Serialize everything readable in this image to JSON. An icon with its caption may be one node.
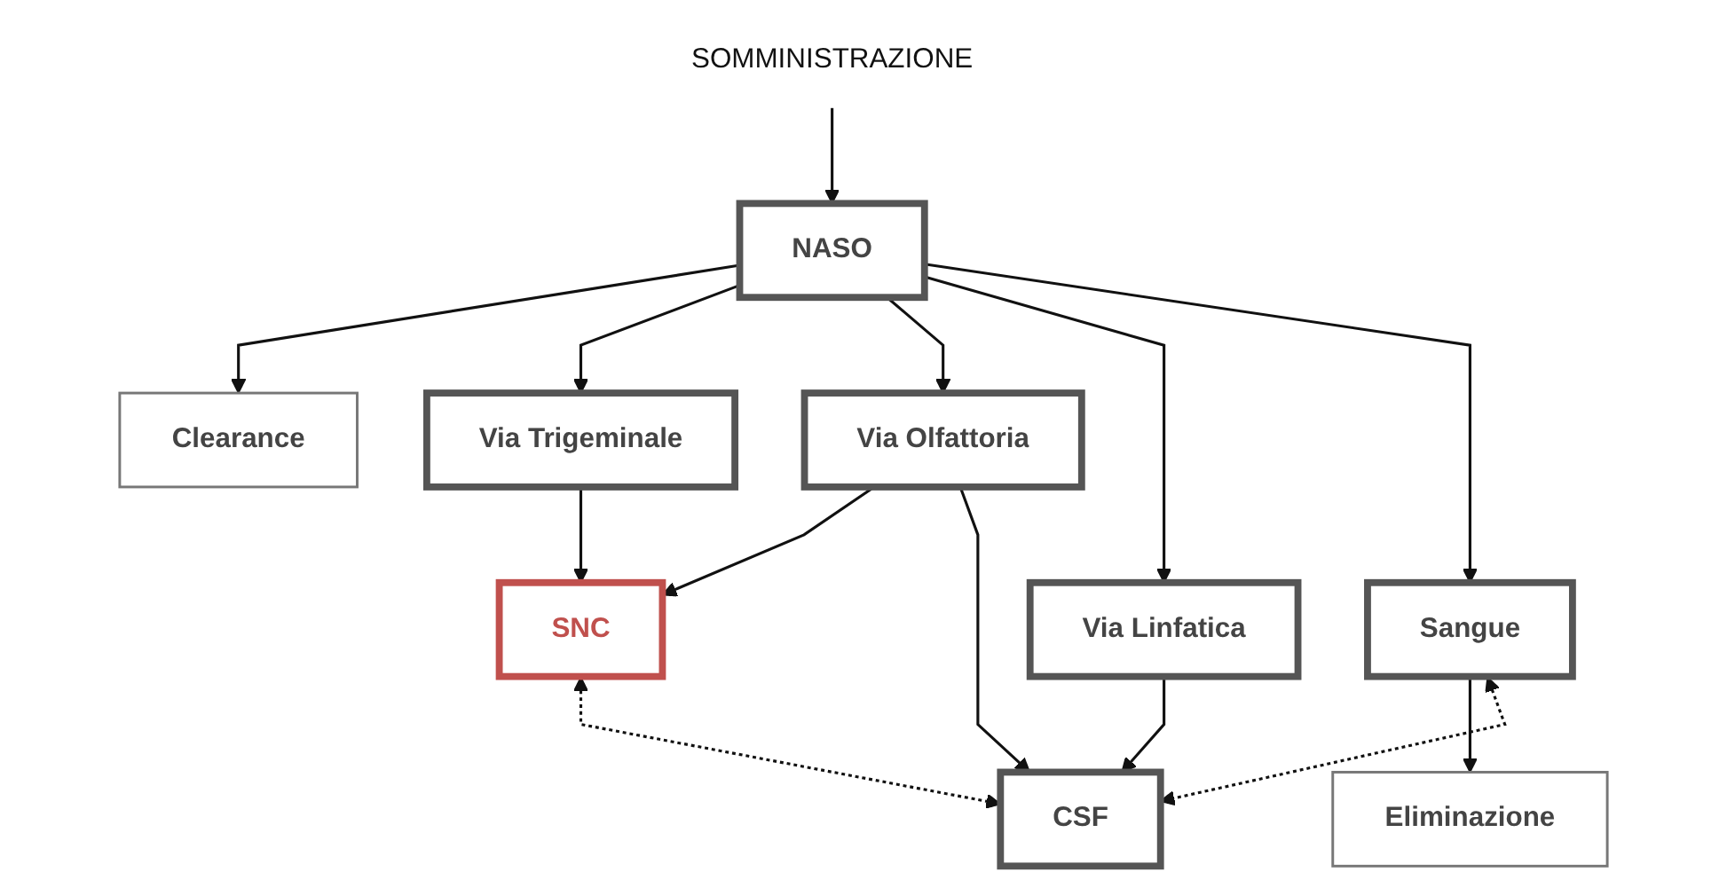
{
  "diagram": {
    "nodes": [
      {
        "text": [
          "SOMMINISTRAZIONE"
        ]
      },
      {
        "text": [
          "NASO"
        ]
      },
      {
        "text": [
          "Clearance"
        ]
      },
      {
        "text": [
          "Via Trigeminale"
        ]
      },
      {
        "text": [
          "Via Olfattoria"
        ]
      },
      {
        "text": [
          "Via Linfatica"
        ]
      },
      {
        "text": [
          "Sangue"
        ]
      },
      {
        "text": [
          "Eliminazione"
        ]
      },
      {
        "text": [
          "SNC"
        ]
      },
      {
        "text": [
          "CSF"
        ]
      }
    ],
    "edges": [
      {
        "from": 0,
        "to": 1,
        "arrow": "to"
      },
      {
        "from": 1,
        "to": 2,
        "arrow": "to"
      },
      {
        "from": 1,
        "to": 3,
        "arrow": "to"
      },
      {
        "from": 1,
        "to": 4,
        "arrow": "to"
      },
      {
        "from": 1,
        "to": 5,
        "arrow": "to"
      },
      {
        "from": 1,
        "to": 6,
        "arrow": "to"
      },
      {
        "from": 6,
        "to": 7,
        "arrow": "to"
      },
      {
        "from": 3,
        "to": 8,
        "arrow": "to"
      },
      {
        "from": 4,
        "to": 8,
        "arrow": "to"
      },
      {
        "from": 4,
        "to": 9,
        "arrow": "to"
      },
      {
        "from": 5,
        "to": 9,
        "arrow": "to"
      },
      {
        "from": 6,
        "to": 9,
        "arrow": "both",
        "style": "dashed"
      },
      {
        "from": 8,
        "to": 9,
        "arrow": "both",
        "style": "dashed"
      }
    ]
  }
}
